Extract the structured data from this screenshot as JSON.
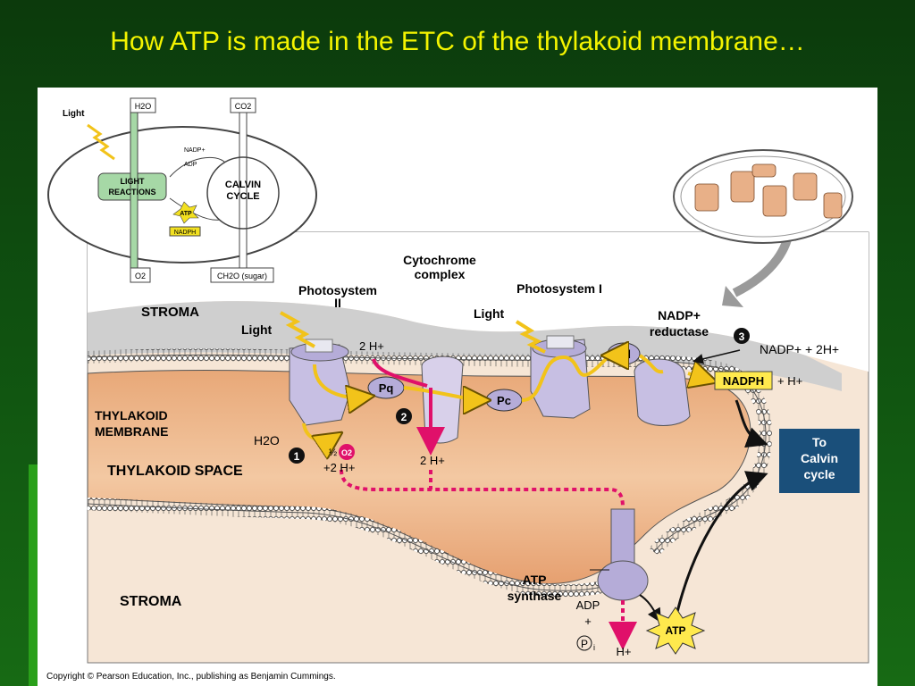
{
  "slide": {
    "title": "How ATP is made in the ETC of the thylakoid membrane…"
  },
  "overview": {
    "h2o": "H2O",
    "co2": "CO2",
    "o2": "O2",
    "light": "Light",
    "light_reactions_line1": "LIGHT",
    "light_reactions_line2": "REACTIONS",
    "calvin_line1": "CALVIN",
    "calvin_line2": "CYCLE",
    "nadp": "NADP+",
    "adp": "ADP",
    "atp": "ATP",
    "nadph": "NADPH",
    "sugar": "CH2O (sugar)"
  },
  "labels": {
    "stroma_top": "STROMA",
    "stroma_bottom": "STROMA",
    "thylakoid_membrane_line1": "THYLAKOID",
    "thylakoid_membrane_line2": "MEMBRANE",
    "thylakoid_space": "THYLAKOID SPACE",
    "photosystem2_line1": "Photosystem",
    "photosystem2_line2": "II",
    "cytochrome_line1": "Cytochrome",
    "cytochrome_line2": "complex",
    "photosystem1": "Photosystem I",
    "nadp_reductase_line1": "NADP+",
    "nadp_reductase_line2": "reductase",
    "light1": "Light",
    "light2": "Light",
    "pq": "Pq",
    "pc": "Pc",
    "fd": "Fd",
    "h2o": "H2O",
    "half": "½",
    "o2": "O2",
    "plus_2h": "+2 H+",
    "two_h_top": "2 H+",
    "two_h_mid": "2 H+",
    "step1": "1",
    "step2": "2",
    "step3": "3",
    "nadp_input": "NADP+ + 2H+",
    "nadph": "NADPH",
    "plus_h": "+ H+",
    "calvin_box_line1": "To",
    "calvin_box_line2": "Calvin",
    "calvin_box_line3": "cycle",
    "atp_synthase_line1": "ATP",
    "atp_synthase_line2": "synthase",
    "adp": "ADP",
    "plus": "+",
    "pi": "P",
    "pi_sub": "i",
    "h_plus_out": "H+",
    "atp": "ATP"
  },
  "copyright": "Copyright © Pearson Education, Inc., publishing as Benjamin Cummings.",
  "colors": {
    "title": "#f4f400",
    "stroma_gray": "#cfcfcf",
    "lumen": "#efb88c",
    "protein": "#c7bfe3",
    "electron_path": "#f2c31a",
    "proton_path": "#e0106a",
    "calvin_box": "#1a4f7a",
    "nadph_box": "#ffe94d"
  }
}
